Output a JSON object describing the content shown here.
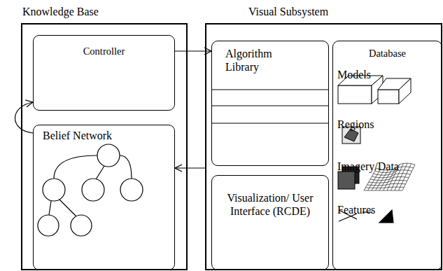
{
  "diagram": {
    "nodes": [
      {
        "text": [
          "Knowledge Base"
        ]
      },
      {
        "text": [
          "Controller"
        ],
        "in": 0
      },
      {
        "text": [
          "Belief Network"
        ],
        "in": 0
      },
      {
        "text": [
          "Visual Subsystem"
        ]
      },
      {
        "text": [
          "Algorithm Library"
        ],
        "in": 3
      },
      {
        "text": [
          "Visualization/ User Interface (RCDE)"
        ],
        "in": 3
      },
      {
        "text": [
          "Database",
          "Models",
          "Regions",
          "Imagery/Data",
          "Features"
        ],
        "in": 3
      }
    ],
    "edges": [
      {
        "from": 1,
        "to": 4,
        "arrow": "to"
      },
      {
        "from": 3,
        "to": 2,
        "arrow": "to"
      },
      {
        "from": 2,
        "to": 1,
        "arrow": "to"
      }
    ]
  }
}
